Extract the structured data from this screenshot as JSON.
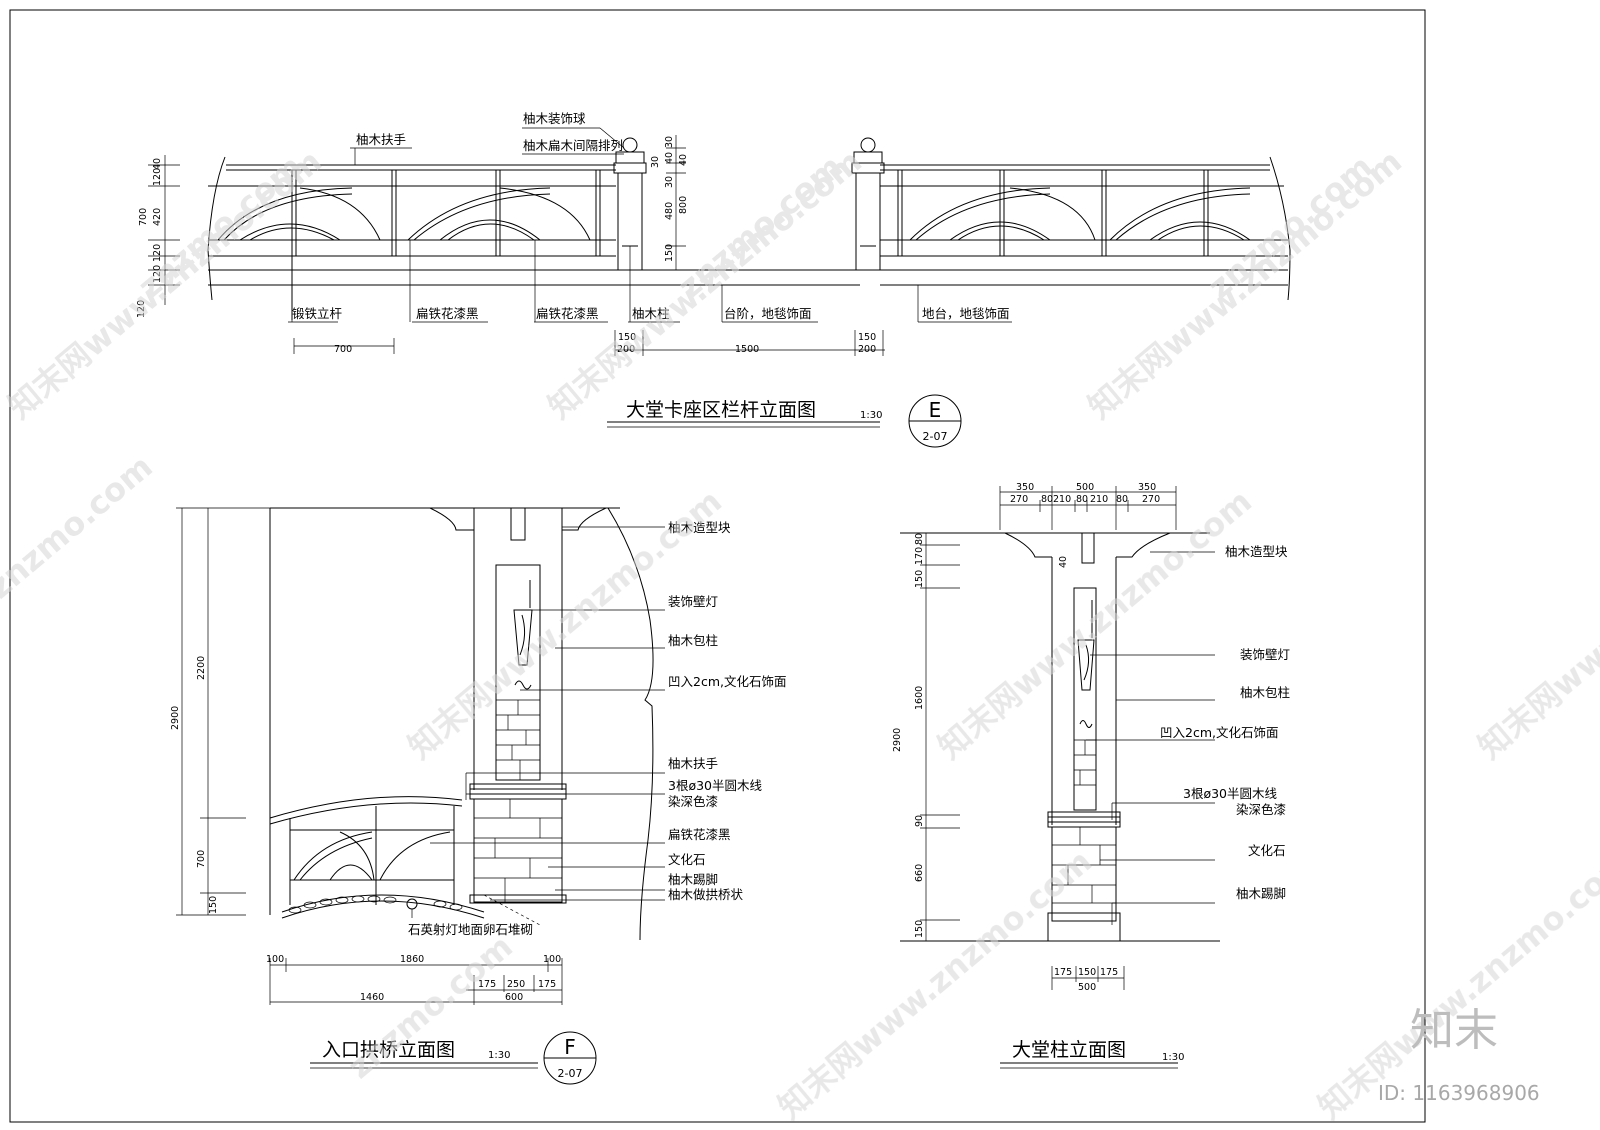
{
  "drawing_e": {
    "title": "大堂卡座区栏杆立面图",
    "scale": "1:30",
    "tag_letter": "E",
    "tag_sheet": "2-07",
    "labels": {
      "handrail": "柚木扶手",
      "ball": "柚木装饰球",
      "slats": "柚木扁木间隔排列",
      "post": "锻铁立杆",
      "iron1": "扁铁花漆黑",
      "iron2": "扁铁花漆黑",
      "column": "柚木柱",
      "step": "台阶，地毯饰面",
      "platform": "地台，地毯饰面"
    },
    "dims": {
      "left": [
        "40",
        "120",
        "700",
        "420",
        "120",
        "120",
        "120"
      ],
      "post": [
        "30",
        "30",
        "40",
        "40",
        "30",
        "480",
        "800",
        "150"
      ],
      "bottom": [
        "700",
        "150",
        "200",
        "1500",
        "150",
        "200"
      ]
    }
  },
  "drawing_f": {
    "title": "入口拱桥立面图",
    "scale": "1:30",
    "tag_letter": "F",
    "tag_sheet": "2-07",
    "labels": {
      "block": "柚木造型块",
      "lamp": "装饰壁灯",
      "wrap": "柚木包柱",
      "recess": "凹入2cm,文化石饰面",
      "handrail": "柚木扶手",
      "molding1": "3根ø30半圆木线",
      "molding2": "染深色漆",
      "iron": "扁铁花漆黑",
      "stone": "文化石",
      "base": "柚木踢脚",
      "arch": "柚木做拱桥状",
      "floor": "石英射灯地面卵石堆砌"
    },
    "dims": {
      "left": [
        "2900",
        "2200",
        "700",
        "150"
      ],
      "bottom": [
        "100",
        "1860",
        "100",
        "175",
        "250",
        "175",
        "1460",
        "600"
      ]
    }
  },
  "drawing_g": {
    "title": "大堂柱立面图",
    "scale": "1:30",
    "labels": {
      "block": "柚木造型块",
      "lamp": "装饰壁灯",
      "wrap": "柚木包柱",
      "recess": "凹入2cm,文化石饰面",
      "molding1": "3根ø30半圆木线",
      "molding2": "染深色漆",
      "stone": "文化石",
      "base": "柚木踢脚"
    },
    "dims": {
      "top": [
        "350",
        "500",
        "350",
        "270",
        "80",
        "210",
        "80",
        "210",
        "80",
        "270"
      ],
      "left": [
        "80",
        "170",
        "150",
        "1600",
        "90",
        "660",
        "150",
        "2900"
      ],
      "inner": "40",
      "bottom": [
        "175",
        "150",
        "175",
        "500"
      ]
    }
  },
  "watermark": {
    "site": "znzmo.com",
    "cn": "知末网www.znzmo.com",
    "brand": "知末",
    "id": "ID: 1163968906"
  }
}
